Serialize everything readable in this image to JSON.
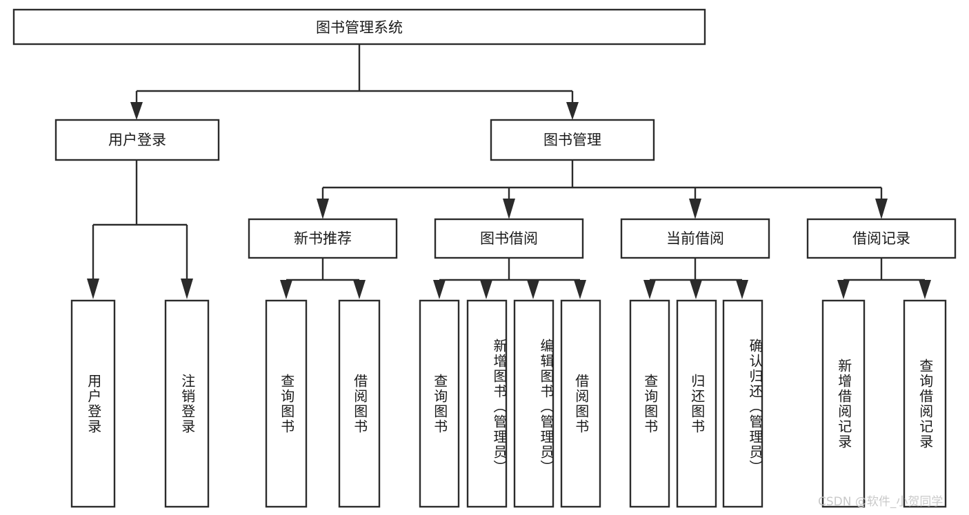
{
  "diagram": {
    "title": "图书管理系统",
    "type": "tree",
    "root": {
      "id": "root",
      "label": "图书管理系统",
      "orientation": "horizontal"
    },
    "level2": [
      {
        "id": "user-login",
        "label": "用户登录",
        "orientation": "horizontal"
      },
      {
        "id": "book-manage",
        "label": "图书管理",
        "orientation": "horizontal"
      }
    ],
    "level3": [
      {
        "id": "new-book-recommend",
        "label": "新书推荐",
        "orientation": "horizontal",
        "parent": "book-manage"
      },
      {
        "id": "book-borrow",
        "label": "图书借阅",
        "orientation": "horizontal",
        "parent": "book-manage"
      },
      {
        "id": "current-borrow",
        "label": "当前借阅",
        "orientation": "horizontal",
        "parent": "book-manage"
      },
      {
        "id": "borrow-record",
        "label": "借阅记录",
        "orientation": "horizontal",
        "parent": "book-manage"
      }
    ],
    "leaves": [
      {
        "id": "leaf-user-login",
        "label": "用户登录",
        "parent": "user-login",
        "orientation": "vertical"
      },
      {
        "id": "leaf-user-logout",
        "label": "注销登录",
        "parent": "user-login",
        "orientation": "vertical"
      },
      {
        "id": "leaf-query-book-1",
        "label": "查询图书",
        "parent": "new-book-recommend",
        "orientation": "vertical"
      },
      {
        "id": "leaf-borrow-book-1",
        "label": "借阅图书",
        "parent": "new-book-recommend",
        "orientation": "vertical"
      },
      {
        "id": "leaf-query-book-2",
        "label": "查询图书",
        "parent": "book-borrow",
        "orientation": "vertical"
      },
      {
        "id": "leaf-add-book",
        "label": "新增图书（管理员）",
        "parent": "book-borrow",
        "orientation": "vertical"
      },
      {
        "id": "leaf-edit-book",
        "label": "编辑图书（管理员）",
        "parent": "book-borrow",
        "orientation": "vertical"
      },
      {
        "id": "leaf-borrow-book-2",
        "label": "借阅图书",
        "parent": "book-borrow",
        "orientation": "vertical"
      },
      {
        "id": "leaf-query-book-3",
        "label": "查询图书",
        "parent": "current-borrow",
        "orientation": "vertical"
      },
      {
        "id": "leaf-return-book",
        "label": "归还图书",
        "parent": "current-borrow",
        "orientation": "vertical"
      },
      {
        "id": "leaf-confirm-return",
        "label": "确认归还（管理员）",
        "parent": "current-borrow",
        "orientation": "vertical"
      },
      {
        "id": "leaf-add-record",
        "label": "新增借阅记录",
        "parent": "borrow-record",
        "orientation": "vertical"
      },
      {
        "id": "leaf-query-record",
        "label": "查询借阅记录",
        "parent": "borrow-record",
        "orientation": "vertical"
      }
    ],
    "watermark": "CSDN @软件_小贺同学",
    "colors": {
      "box_stroke": "#2b2b2b",
      "box_fill": "#ffffff",
      "text": "#1a1a1a",
      "connector": "#2b2b2b",
      "watermark": "#c9c9c9",
      "background": "#ffffff"
    }
  }
}
